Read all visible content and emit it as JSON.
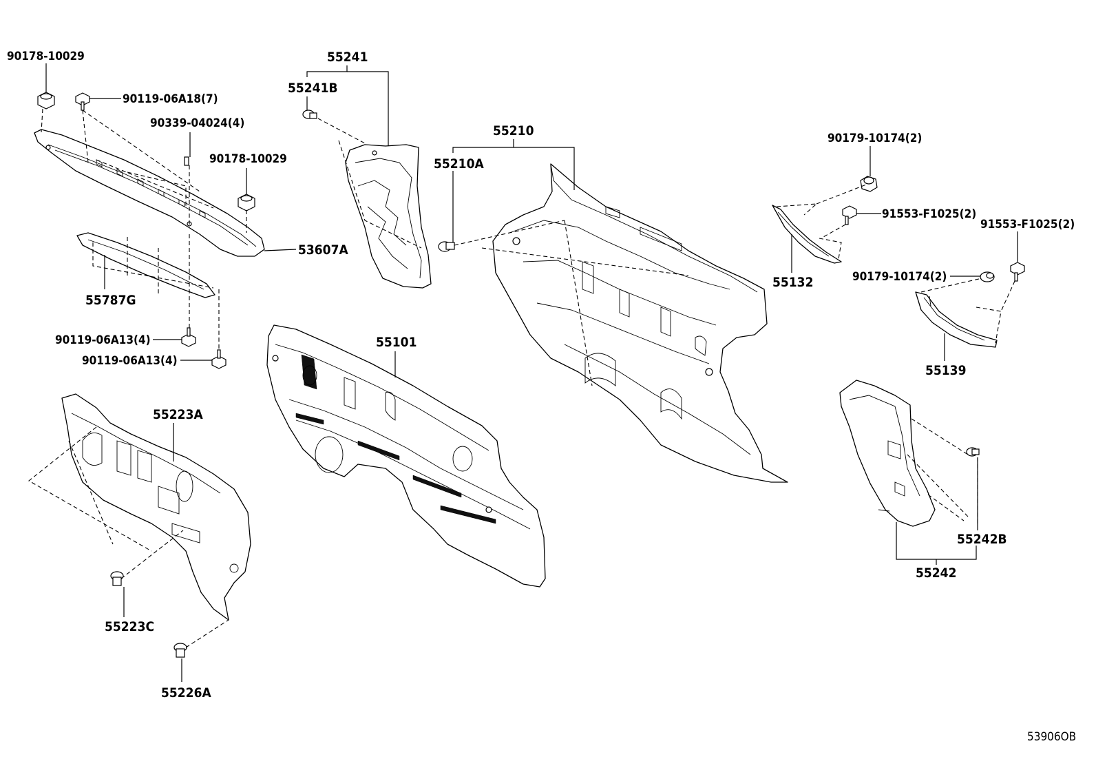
{
  "diagram": {
    "code": "53906OB",
    "labels": [
      {
        "id": "l1",
        "text": "90178-10029"
      },
      {
        "id": "l2",
        "text": "90119-06A18(7)"
      },
      {
        "id": "l3",
        "text": "90339-04024(4)"
      },
      {
        "id": "l4",
        "text": "90178-10029"
      },
      {
        "id": "l5",
        "text": "53607A"
      },
      {
        "id": "l6",
        "text": "55787G"
      },
      {
        "id": "l7",
        "text": "90119-06A13(4)"
      },
      {
        "id": "l8",
        "text": "90119-06A13(4)"
      },
      {
        "id": "l9",
        "text": "55241"
      },
      {
        "id": "l10",
        "text": "55241B"
      },
      {
        "id": "l11",
        "text": "55210"
      },
      {
        "id": "l12",
        "text": "55210A"
      },
      {
        "id": "l13",
        "text": "55101"
      },
      {
        "id": "l14",
        "text": "55223A"
      },
      {
        "id": "l15",
        "text": "55223C"
      },
      {
        "id": "l16",
        "text": "55226A"
      },
      {
        "id": "l17",
        "text": "90179-10174(2)"
      },
      {
        "id": "l18",
        "text": "91553-F1025(2)"
      },
      {
        "id": "l19",
        "text": "91553-F1025(2)"
      },
      {
        "id": "l20",
        "text": "55132"
      },
      {
        "id": "l21",
        "text": "90179-10174(2)"
      },
      {
        "id": "l22",
        "text": "55139"
      },
      {
        "id": "l23",
        "text": "55242B"
      },
      {
        "id": "l24",
        "text": "55242"
      }
    ]
  }
}
